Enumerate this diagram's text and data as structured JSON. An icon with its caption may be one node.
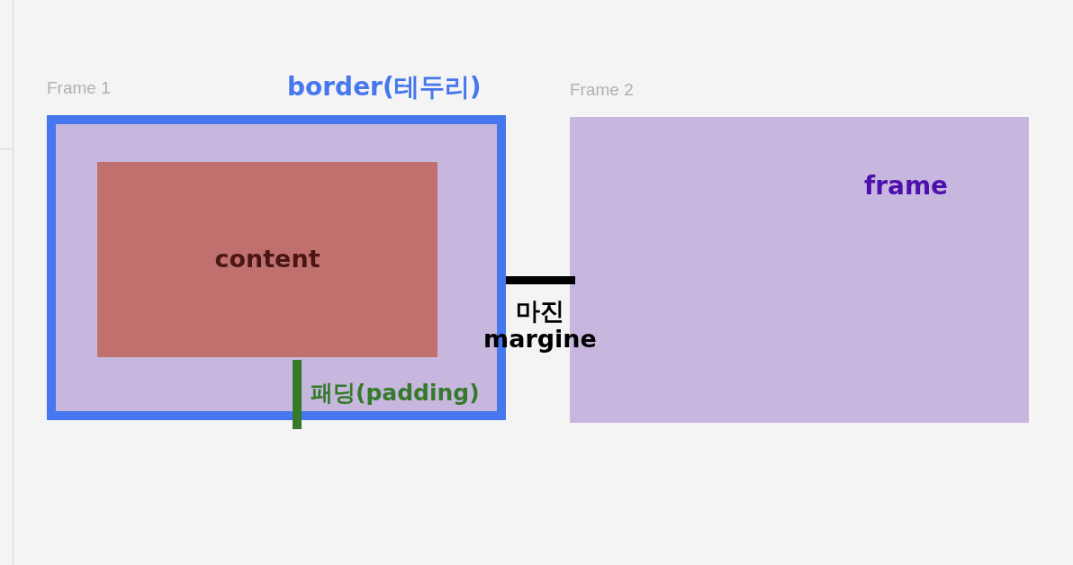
{
  "diagram": {
    "nodes": [
      {
        "text": [
          "Frame 1"
        ],
        "beside": [
          "border(테두리)"
        ]
      },
      {
        "text": [
          "content"
        ],
        "in": 0
      },
      {
        "text": [
          "Frame 2",
          "frame"
        ]
      }
    ],
    "labels": [
      "마진 margine",
      "패딩(padding)"
    ]
  }
}
